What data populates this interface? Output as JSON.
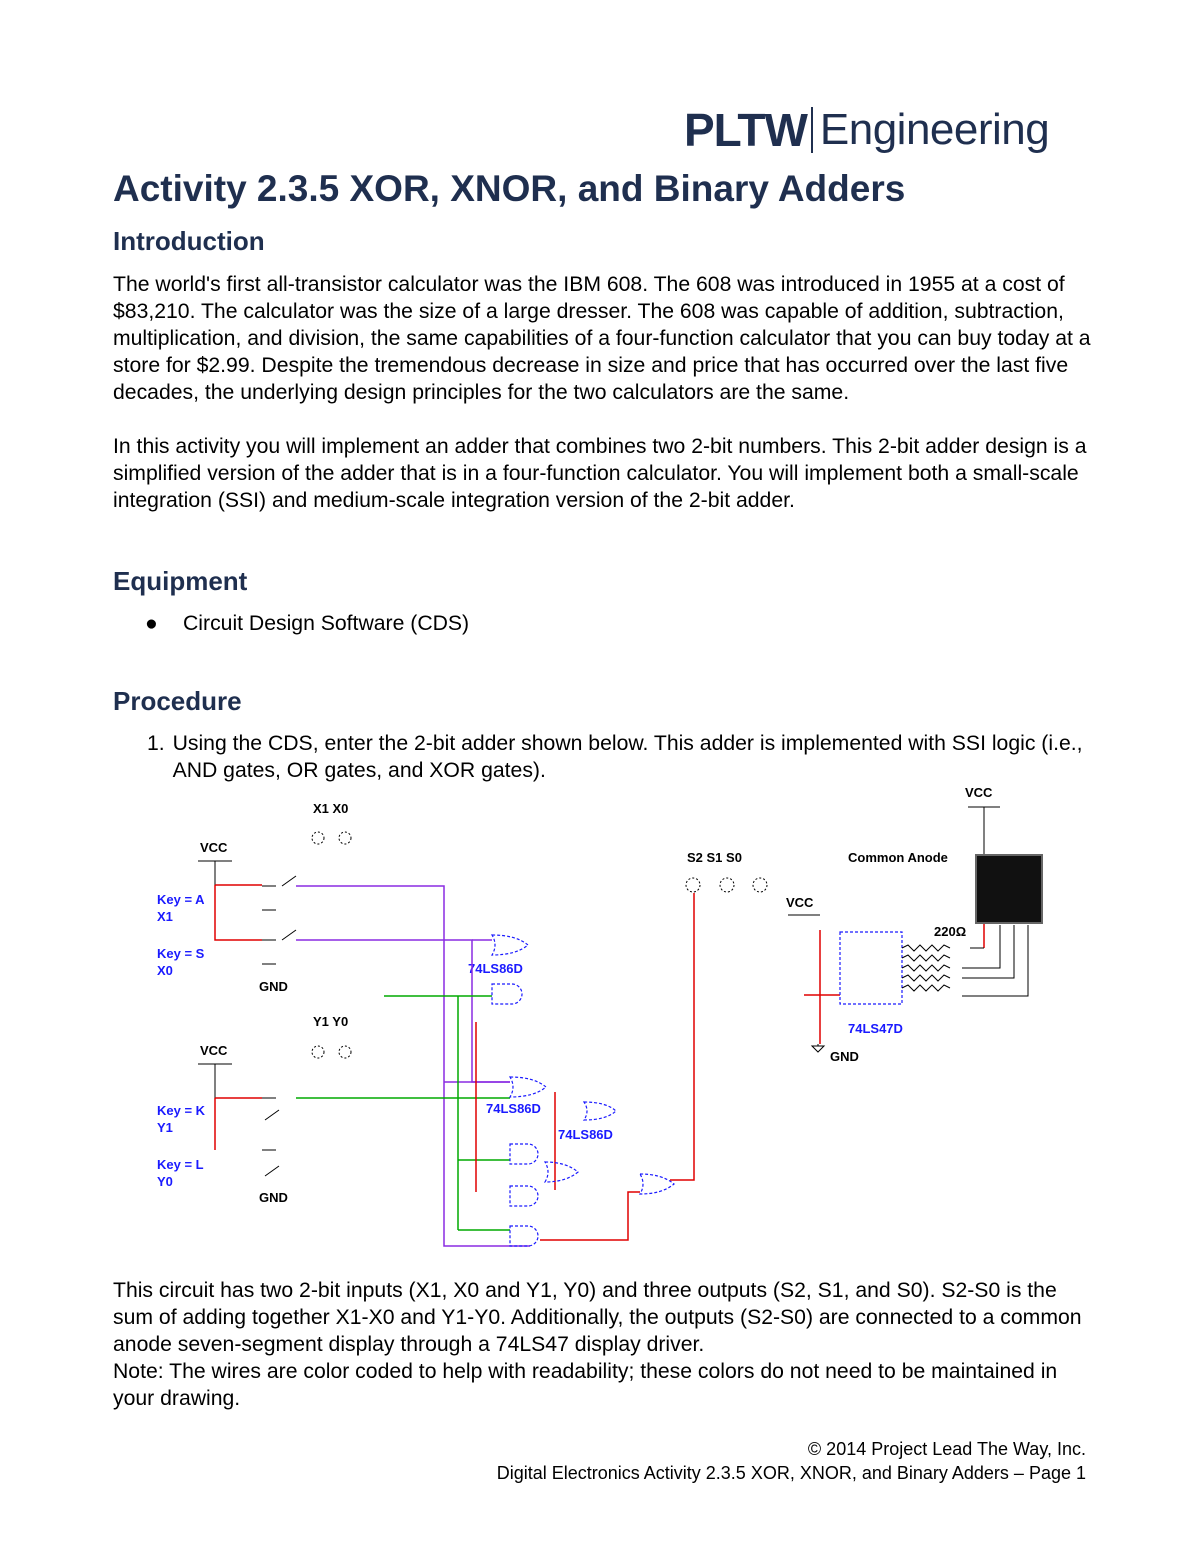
{
  "header": {
    "logo_brand": "PLTW",
    "logo_sub": "Engineering"
  },
  "title": "Activity 2.3.5 XOR, XNOR, and Binary Adders",
  "sections": {
    "introduction": {
      "heading": "Introduction",
      "p1": "The world's first all-transistor calculator was the IBM 608. The 608 was introduced in 1955 at a cost of $83,210. The calculator was the size of a large dresser. The 608 was capable of addition, subtraction, multiplication, and division, the same capabilities of a four-function calculator that you can buy today at a store for $2.99. Despite the tremendous decrease in size and price that has occurred over the last five decades, the underlying design principles for the two calculators are the same.",
      "p2": "In this activity you will implement an adder that combines two 2-bit numbers. This 2-bit adder design is a simplified version of the adder that is in a four-function calculator. You will implement both a small-scale integration (SSI) and medium-scale integration version of the 2-bit adder."
    },
    "equipment": {
      "heading": "Equipment",
      "items": [
        "Circuit Design Software (CDS)"
      ]
    },
    "procedure": {
      "heading": "Procedure",
      "steps": [
        {
          "num": "1.",
          "text": "Using the CDS, enter the 2-bit adder shown below. This adder is implemented with SSI logic (i.e., AND gates, OR gates, and XOR gates)."
        }
      ],
      "after_text": "This circuit has two 2-bit inputs (X1, X0 and Y1, Y0) and three outputs (S2, S1, and S0). S2-S0 is the sum of adding together X1-X0 and Y1-Y0. Additionally, the outputs (S2-S0) are connected to a common anode seven-segment display through a 74LS47 display driver.",
      "note_text": "Note: The wires are color coded to help with readability; these colors do not need to be maintained in your drawing."
    }
  },
  "schematic": {
    "vcc": "VCC",
    "gnd": "GND",
    "key_a": "Key = A",
    "x1": "X1",
    "key_s": "Key = S",
    "x0": "X0",
    "key_k": "Key = K",
    "y1": "Y1",
    "key_l": "Key = L",
    "y0": "Y0",
    "x_probes": "X1  X0",
    "y_probes": "Y1  Y0",
    "outputs": "S2   S1   S0",
    "xor_label": "74LS86D",
    "decoder_label": "74LS47D",
    "resistor_label": "220Ω",
    "display_label": "Common Anode"
  },
  "footer": {
    "copyright": "© 2014 Project Lead The Way, Inc.",
    "page_line": "Digital Electronics Activity 2.3.5 XOR, XNOR, and Binary Adders – Page 1"
  },
  "colors": {
    "heading": "#1f2f4f",
    "purple_wire": "#8a2be2",
    "green_wire": "#00aa00",
    "red_wire": "#e00000",
    "blue_label": "#1a1aff"
  }
}
